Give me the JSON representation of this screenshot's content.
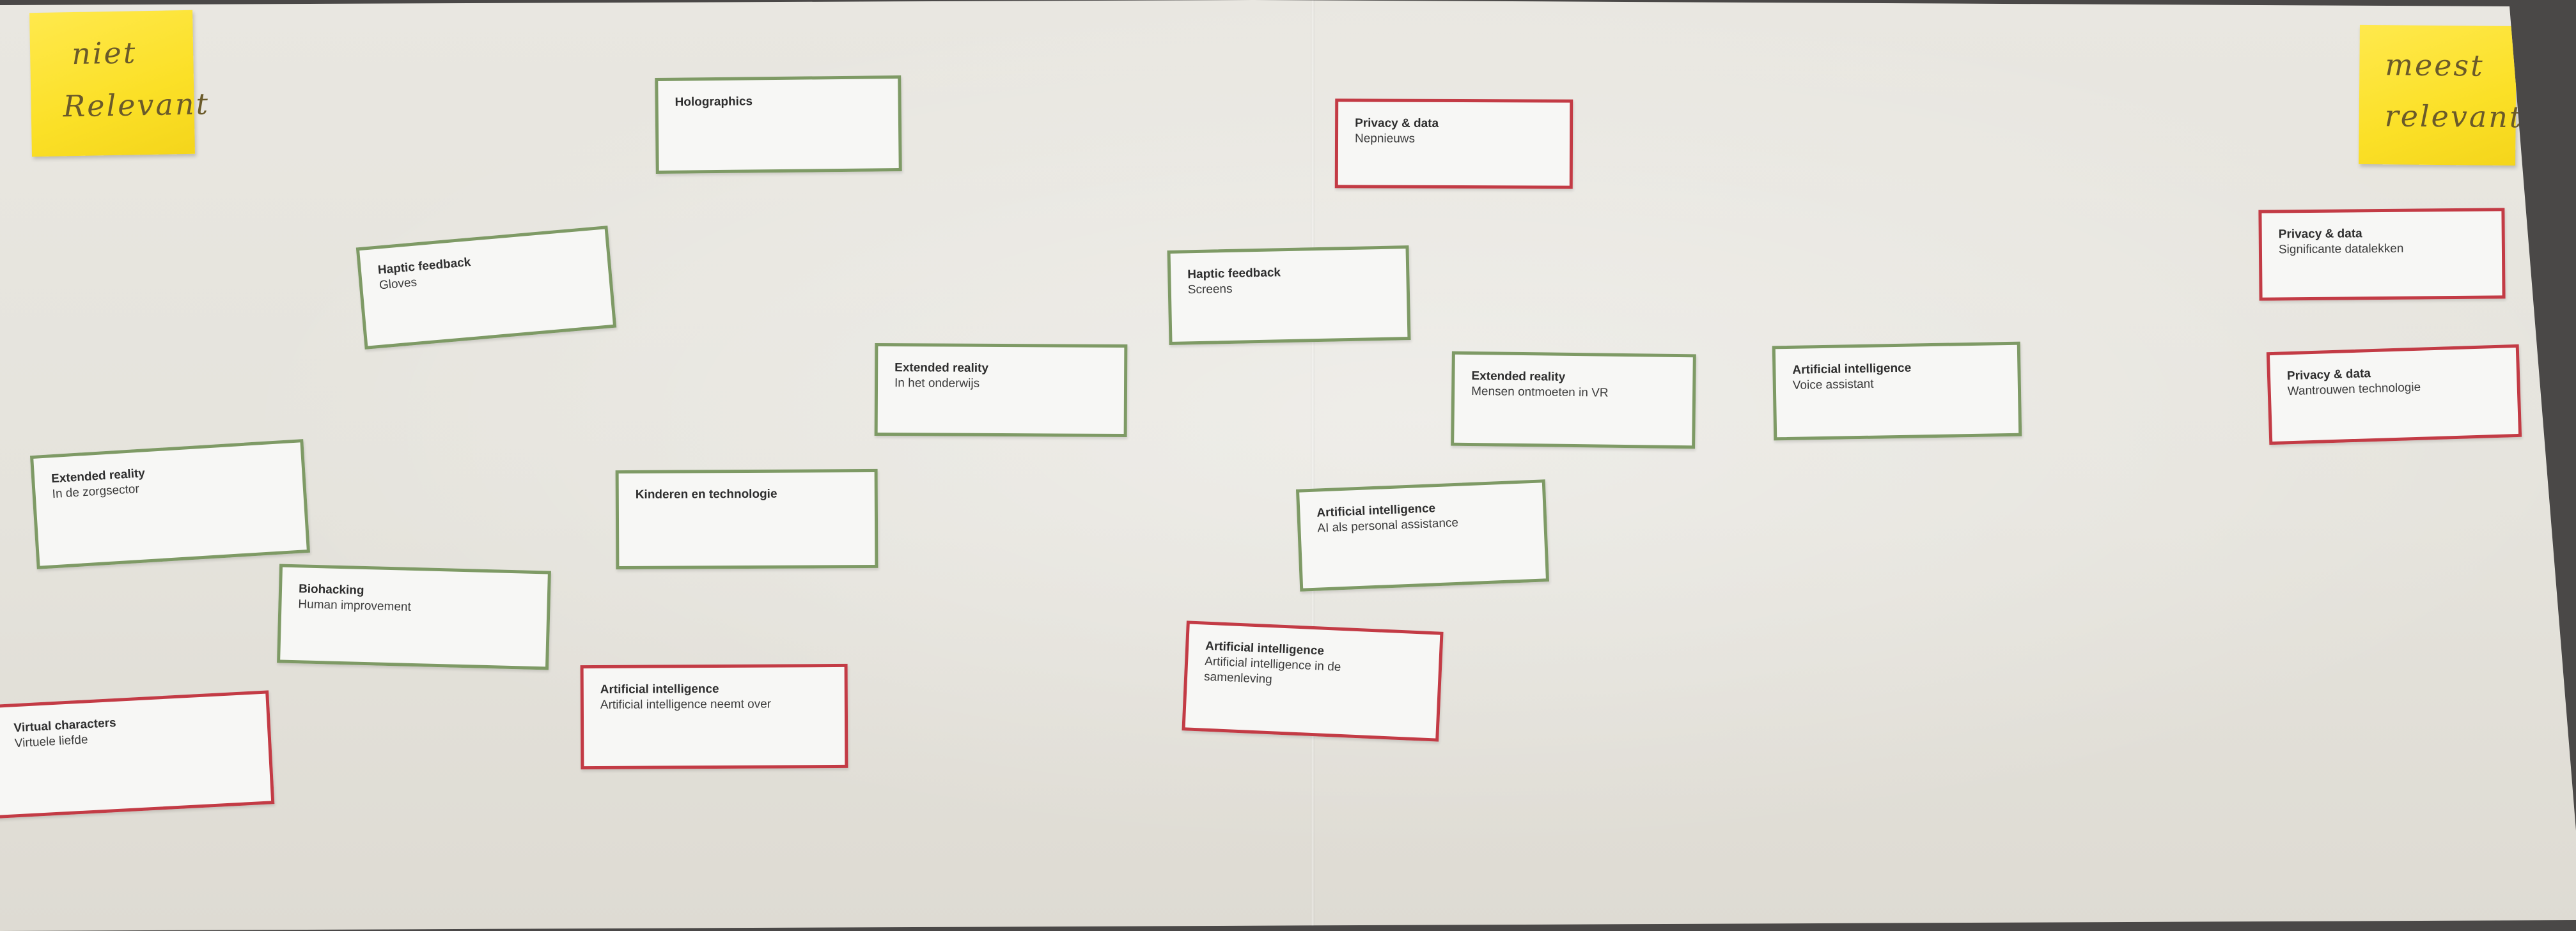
{
  "colors": {
    "relevant_border": "#c33b45",
    "neutral_border": "#7e9a65",
    "sticky": "#fbe027"
  },
  "sticky_left": {
    "line1": "niet",
    "line2": "Relevant"
  },
  "sticky_right": {
    "line1": "meest",
    "line2": "relevant"
  },
  "cards": [
    {
      "category": "Holographics",
      "subject": "",
      "border": "green"
    },
    {
      "category": "Privacy & data",
      "subject": "Nepnieuws",
      "border": "red"
    },
    {
      "category": "Haptic feedback",
      "subject": "Gloves",
      "border": "green"
    },
    {
      "category": "Haptic feedback",
      "subject": "Screens",
      "border": "green"
    },
    {
      "category": "Privacy & data",
      "subject": "Significante datalekken",
      "border": "red"
    },
    {
      "category": "Extended reality",
      "subject": "In het onderwijs",
      "border": "green"
    },
    {
      "category": "Extended reality",
      "subject": "Mensen ontmoeten in VR",
      "border": "green"
    },
    {
      "category": "Artificial intelligence",
      "subject": "Voice assistant",
      "border": "green"
    },
    {
      "category": "Privacy & data",
      "subject": "Wantrouwen technologie",
      "border": "red"
    },
    {
      "category": "Extended reality",
      "subject": "In de zorgsector",
      "border": "green"
    },
    {
      "category": "Kinderen en technologie",
      "subject": "",
      "border": "green"
    },
    {
      "category": "Artificial intelligence",
      "subject": "AI als personal assistance",
      "border": "green"
    },
    {
      "category": "Biohacking",
      "subject": "Human improvement",
      "border": "green"
    },
    {
      "category": "Artificial intelligence",
      "subject": "Artificial intelligence in de samenleving",
      "border": "red"
    },
    {
      "category": "Artificial intelligence",
      "subject": "Artificial intelligence neemt over",
      "border": "red"
    },
    {
      "category": "Virtual characters",
      "subject": "Virtuele liefde",
      "border": "red"
    }
  ]
}
